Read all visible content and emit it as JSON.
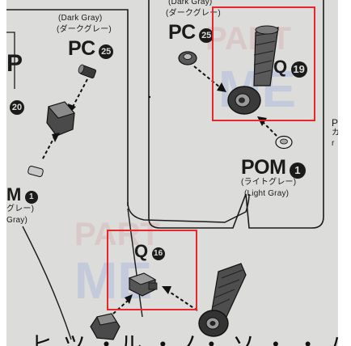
{
  "labels": {
    "left_color_en": "(Dark Gray)",
    "left_color_jp": "(ダークグレー)",
    "left_part_code": "PC",
    "left_part_num": "25",
    "left_edge_num": "20",
    "left_edge_pom": "M",
    "left_edge_pom_num": "1",
    "left_edge_jp": "グレー)",
    "left_edge_en": "Gray)",
    "left_edge_p": "P",
    "right_color_en": "(Dark Gray)",
    "right_color_jp": "(ダークグレー)",
    "right_part_code": "PC",
    "right_part_num": "25",
    "q19_code": "Q",
    "q19_num": "19",
    "pom_code": "POM",
    "pom_num": "1",
    "pom_jp": "(ライトグレー)",
    "pom_en": "(Light Gray)",
    "q16_code": "Q",
    "q16_num": "16",
    "edge_right_1": "P",
    "edge_right_2": "カ",
    "edge_right_3": "r",
    "bottom_text": "ヒ ツ ・ル ・ノ・ ソ ・ ・ ハ・・ 「レ ・ ・ 」"
  },
  "watermark": {
    "text_top": "PART",
    "text_bottom": "ME"
  },
  "colors": {
    "highlight": "#e8262b",
    "paper": "#dcdcda",
    "ink": "#1b1b1b"
  }
}
